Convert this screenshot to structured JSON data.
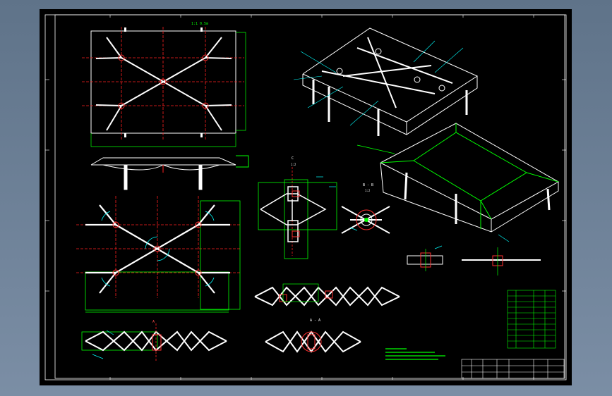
{
  "drawing": {
    "top_view_title": "1:1 0.5m",
    "section_label_c": "C",
    "section_label_a": "A",
    "section_label_aa": "A - A",
    "section_label_bb": "B - B",
    "detail_label_1": "1:2",
    "detail_label_2": "1:2"
  },
  "colors": {
    "line": "#ffffff",
    "center_line": "#ff2020",
    "dimension": "#00ff00",
    "leader": "#00ffff",
    "border": "#ffffff"
  }
}
